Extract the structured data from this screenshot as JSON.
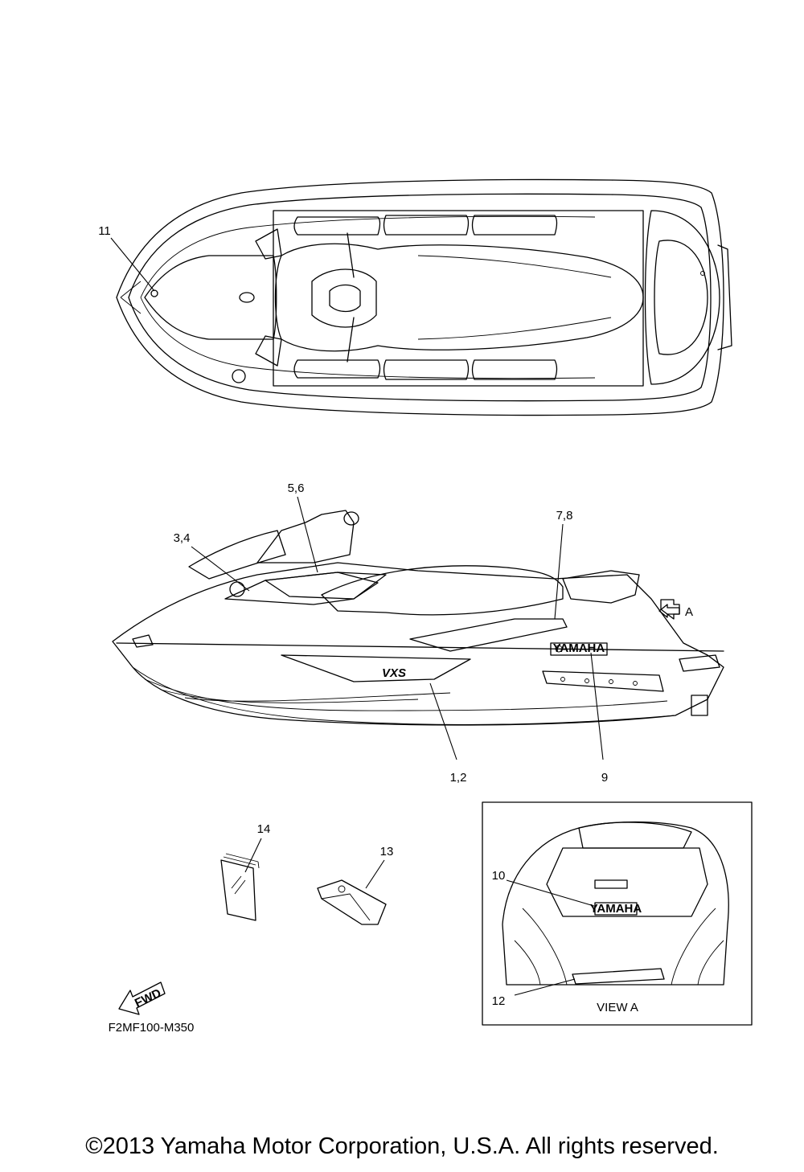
{
  "callouts": {
    "c11": "11",
    "c56": "5,6",
    "c34": "3,4",
    "c78": "7,8",
    "cA": "A",
    "c12": "1,2",
    "c9": "9",
    "c14": "14",
    "c13": "13",
    "c10": "10",
    "c12b": "12"
  },
  "view_label": "VIEW A",
  "fwd_label": "FWD",
  "decals": {
    "yamaha_side": "YAMAHA",
    "yamaha_rear": "YAMAHA",
    "vxs": "VXS"
  },
  "part_code": "F2MF100-M350",
  "copyright": "©2013 Yamaha Motor Corporation, U.S.A. All rights reserved."
}
